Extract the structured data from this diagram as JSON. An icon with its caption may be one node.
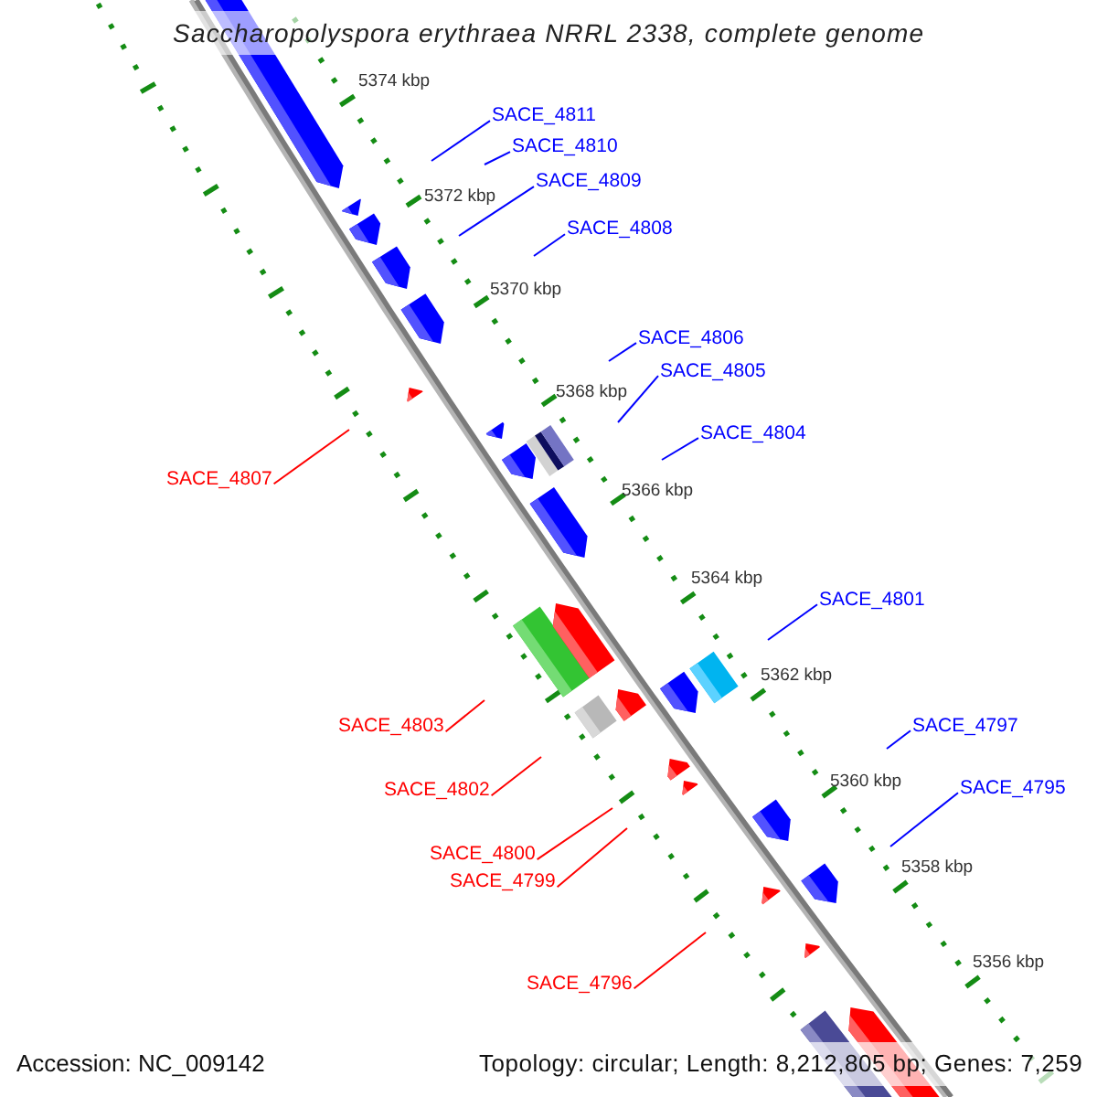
{
  "diagram": {
    "title": "Saccharopolyspora erythraea NRRL 2338, complete genome",
    "nodes": [
      {
        "text": [
          "SACE_4811"
        ]
      },
      {
        "text": [
          "SACE_4810"
        ]
      },
      {
        "text": [
          "SACE_4809"
        ]
      },
      {
        "text": [
          "SACE_4808"
        ]
      },
      {
        "text": [
          "SACE_4806"
        ]
      },
      {
        "text": [
          "SACE_4805"
        ]
      },
      {
        "text": [
          "SACE_4804"
        ]
      },
      {
        "text": [
          "SACE_4807"
        ]
      },
      {
        "text": [
          "SACE_4801"
        ]
      },
      {
        "text": [
          "SACE_4803"
        ]
      },
      {
        "text": [
          "SACE_4797"
        ]
      },
      {
        "text": [
          "SACE_4802"
        ]
      },
      {
        "text": [
          "SACE_4795"
        ]
      },
      {
        "text": [
          "SACE_4800"
        ]
      },
      {
        "text": [
          "SACE_4799"
        ]
      },
      {
        "text": [
          "SACE_4796"
        ]
      }
    ],
    "edges": [
      {
        "from": 0,
        "to": null,
        "arrow": "none"
      },
      {
        "from": 1,
        "to": null,
        "arrow": "none"
      },
      {
        "from": 2,
        "to": null,
        "arrow": "none"
      },
      {
        "from": 3,
        "to": null,
        "arrow": "none"
      },
      {
        "from": 4,
        "to": null,
        "arrow": "none"
      },
      {
        "from": 5,
        "to": null,
        "arrow": "none"
      },
      {
        "from": 6,
        "to": null,
        "arrow": "none"
      },
      {
        "from": 7,
        "to": null,
        "arrow": "none",
        "color": "#ff0000"
      },
      {
        "from": 8,
        "to": null,
        "arrow": "none"
      },
      {
        "from": 9,
        "to": null,
        "arrow": "none",
        "color": "#ff0000"
      },
      {
        "from": 10,
        "to": null,
        "arrow": "none"
      },
      {
        "from": 11,
        "to": null,
        "arrow": "none",
        "color": "#ff0000"
      },
      {
        "from": 12,
        "to": null,
        "arrow": "none"
      },
      {
        "from": 13,
        "to": null,
        "arrow": "none",
        "color": "#ff0000"
      },
      {
        "from": 14,
        "to": null,
        "arrow": "none",
        "color": "#ff0000"
      },
      {
        "from": 15,
        "to": null,
        "arrow": "none",
        "color": "#ff0000"
      }
    ],
    "labels": [
      "5374 kbp",
      "5372 kbp",
      "5370 kbp",
      "5368 kbp",
      "5366 kbp",
      "5364 kbp",
      "5362 kbp",
      "5360 kbp",
      "5358 kbp",
      "5356 kbp",
      "Accession: NC_009142",
      "Topology: circular; Length: 8,212,805 bp; Genes: 7,259"
    ]
  }
}
